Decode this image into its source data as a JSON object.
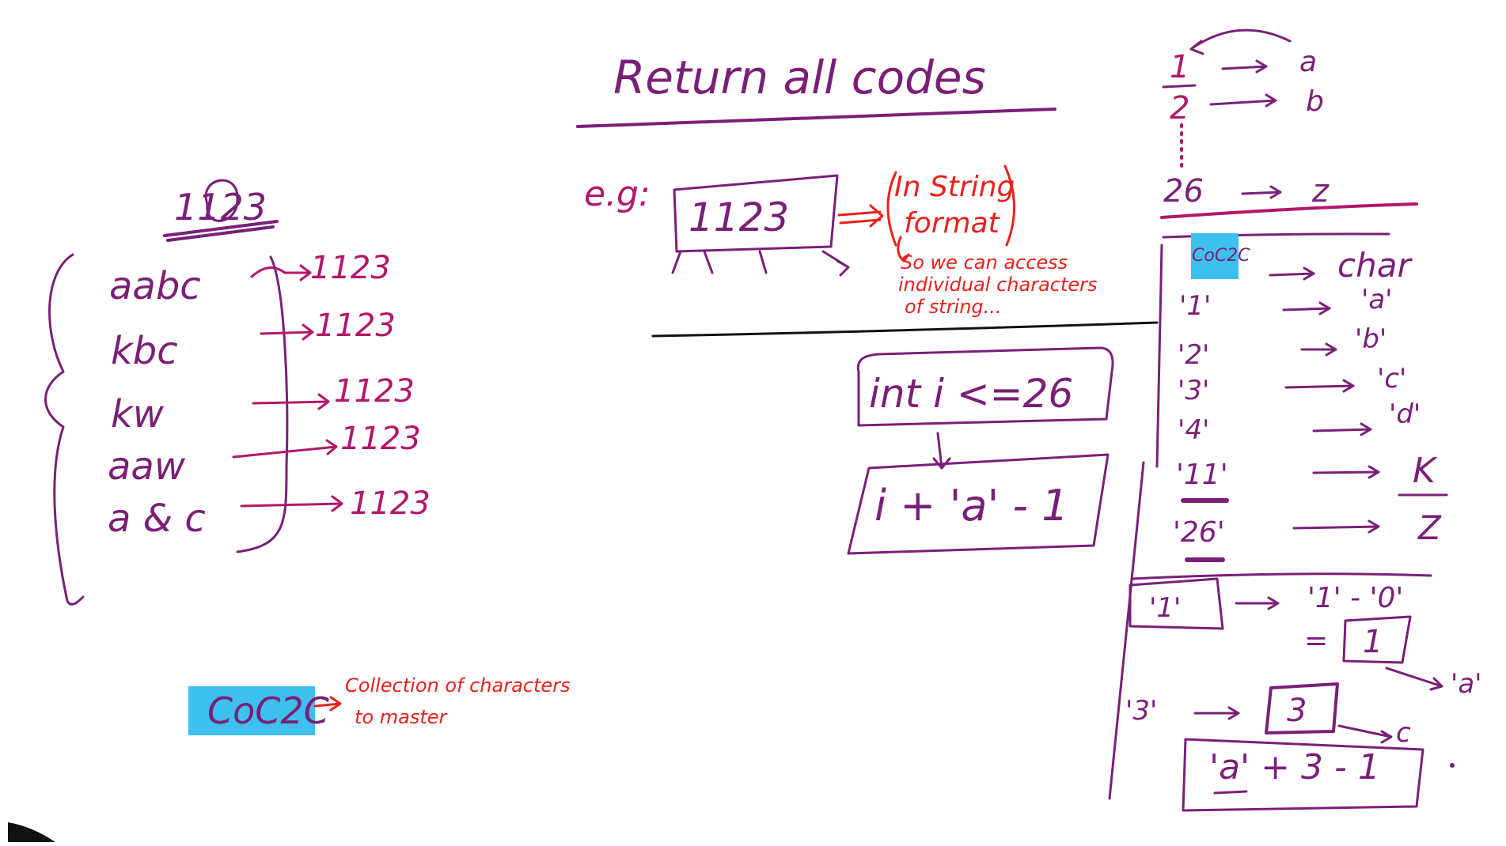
{
  "colors": {
    "purple": "#7a1f78",
    "magenta": "#b3166a",
    "red": "#e8211c",
    "black": "#111111",
    "highlight": "#3ec0ee"
  },
  "title": "Return all codes",
  "left_panel": {
    "input": "1123",
    "rows": [
      {
        "code": "aabc",
        "digits": "1123"
      },
      {
        "code": "kbc",
        "digits": "1123"
      },
      {
        "code": "kw",
        "digits": "1123"
      },
      {
        "code": "aaw",
        "digits": "1123"
      },
      {
        "code": "a & c",
        "digits": "1123"
      }
    ]
  },
  "example": {
    "label": "e.g:",
    "string": "1123",
    "note_title_line1": "In String",
    "note_title_line2": "format",
    "note_line1": "So we can access",
    "note_line2": "individual characters",
    "note_line3": "of string..."
  },
  "formula": {
    "condition": "int i <=26",
    "expression": "i + 'a' - 1"
  },
  "coc2c": {
    "label": "CoC2C",
    "meaning_line1": "Collection of characters",
    "meaning_line2": "to master"
  },
  "mapping_top": {
    "rows": [
      {
        "num": "1",
        "char": "a"
      },
      {
        "num": "2",
        "char": "b"
      },
      {
        "num": "26",
        "char": "z"
      }
    ]
  },
  "char_map": {
    "header_left": "CoC2C",
    "header_right": "char",
    "rows": [
      {
        "left": "'1'",
        "right": "'a'"
      },
      {
        "left": "'2'",
        "right": "'b'"
      },
      {
        "left": "'3'",
        "right": "'c'"
      },
      {
        "left": "'4'",
        "right": "'d'"
      },
      {
        "left": "'11'",
        "right": "K"
      },
      {
        "left": "'26'",
        "right": "Z"
      }
    ]
  },
  "conversion": {
    "char_one": "'1'",
    "subtract": "'1' - '0'",
    "equals": "=",
    "digit_one": "1",
    "result_a": "'a'",
    "char_three": "'3'",
    "digit_three": "3",
    "result_c": "c",
    "formula": "'a' + 3 - 1"
  }
}
